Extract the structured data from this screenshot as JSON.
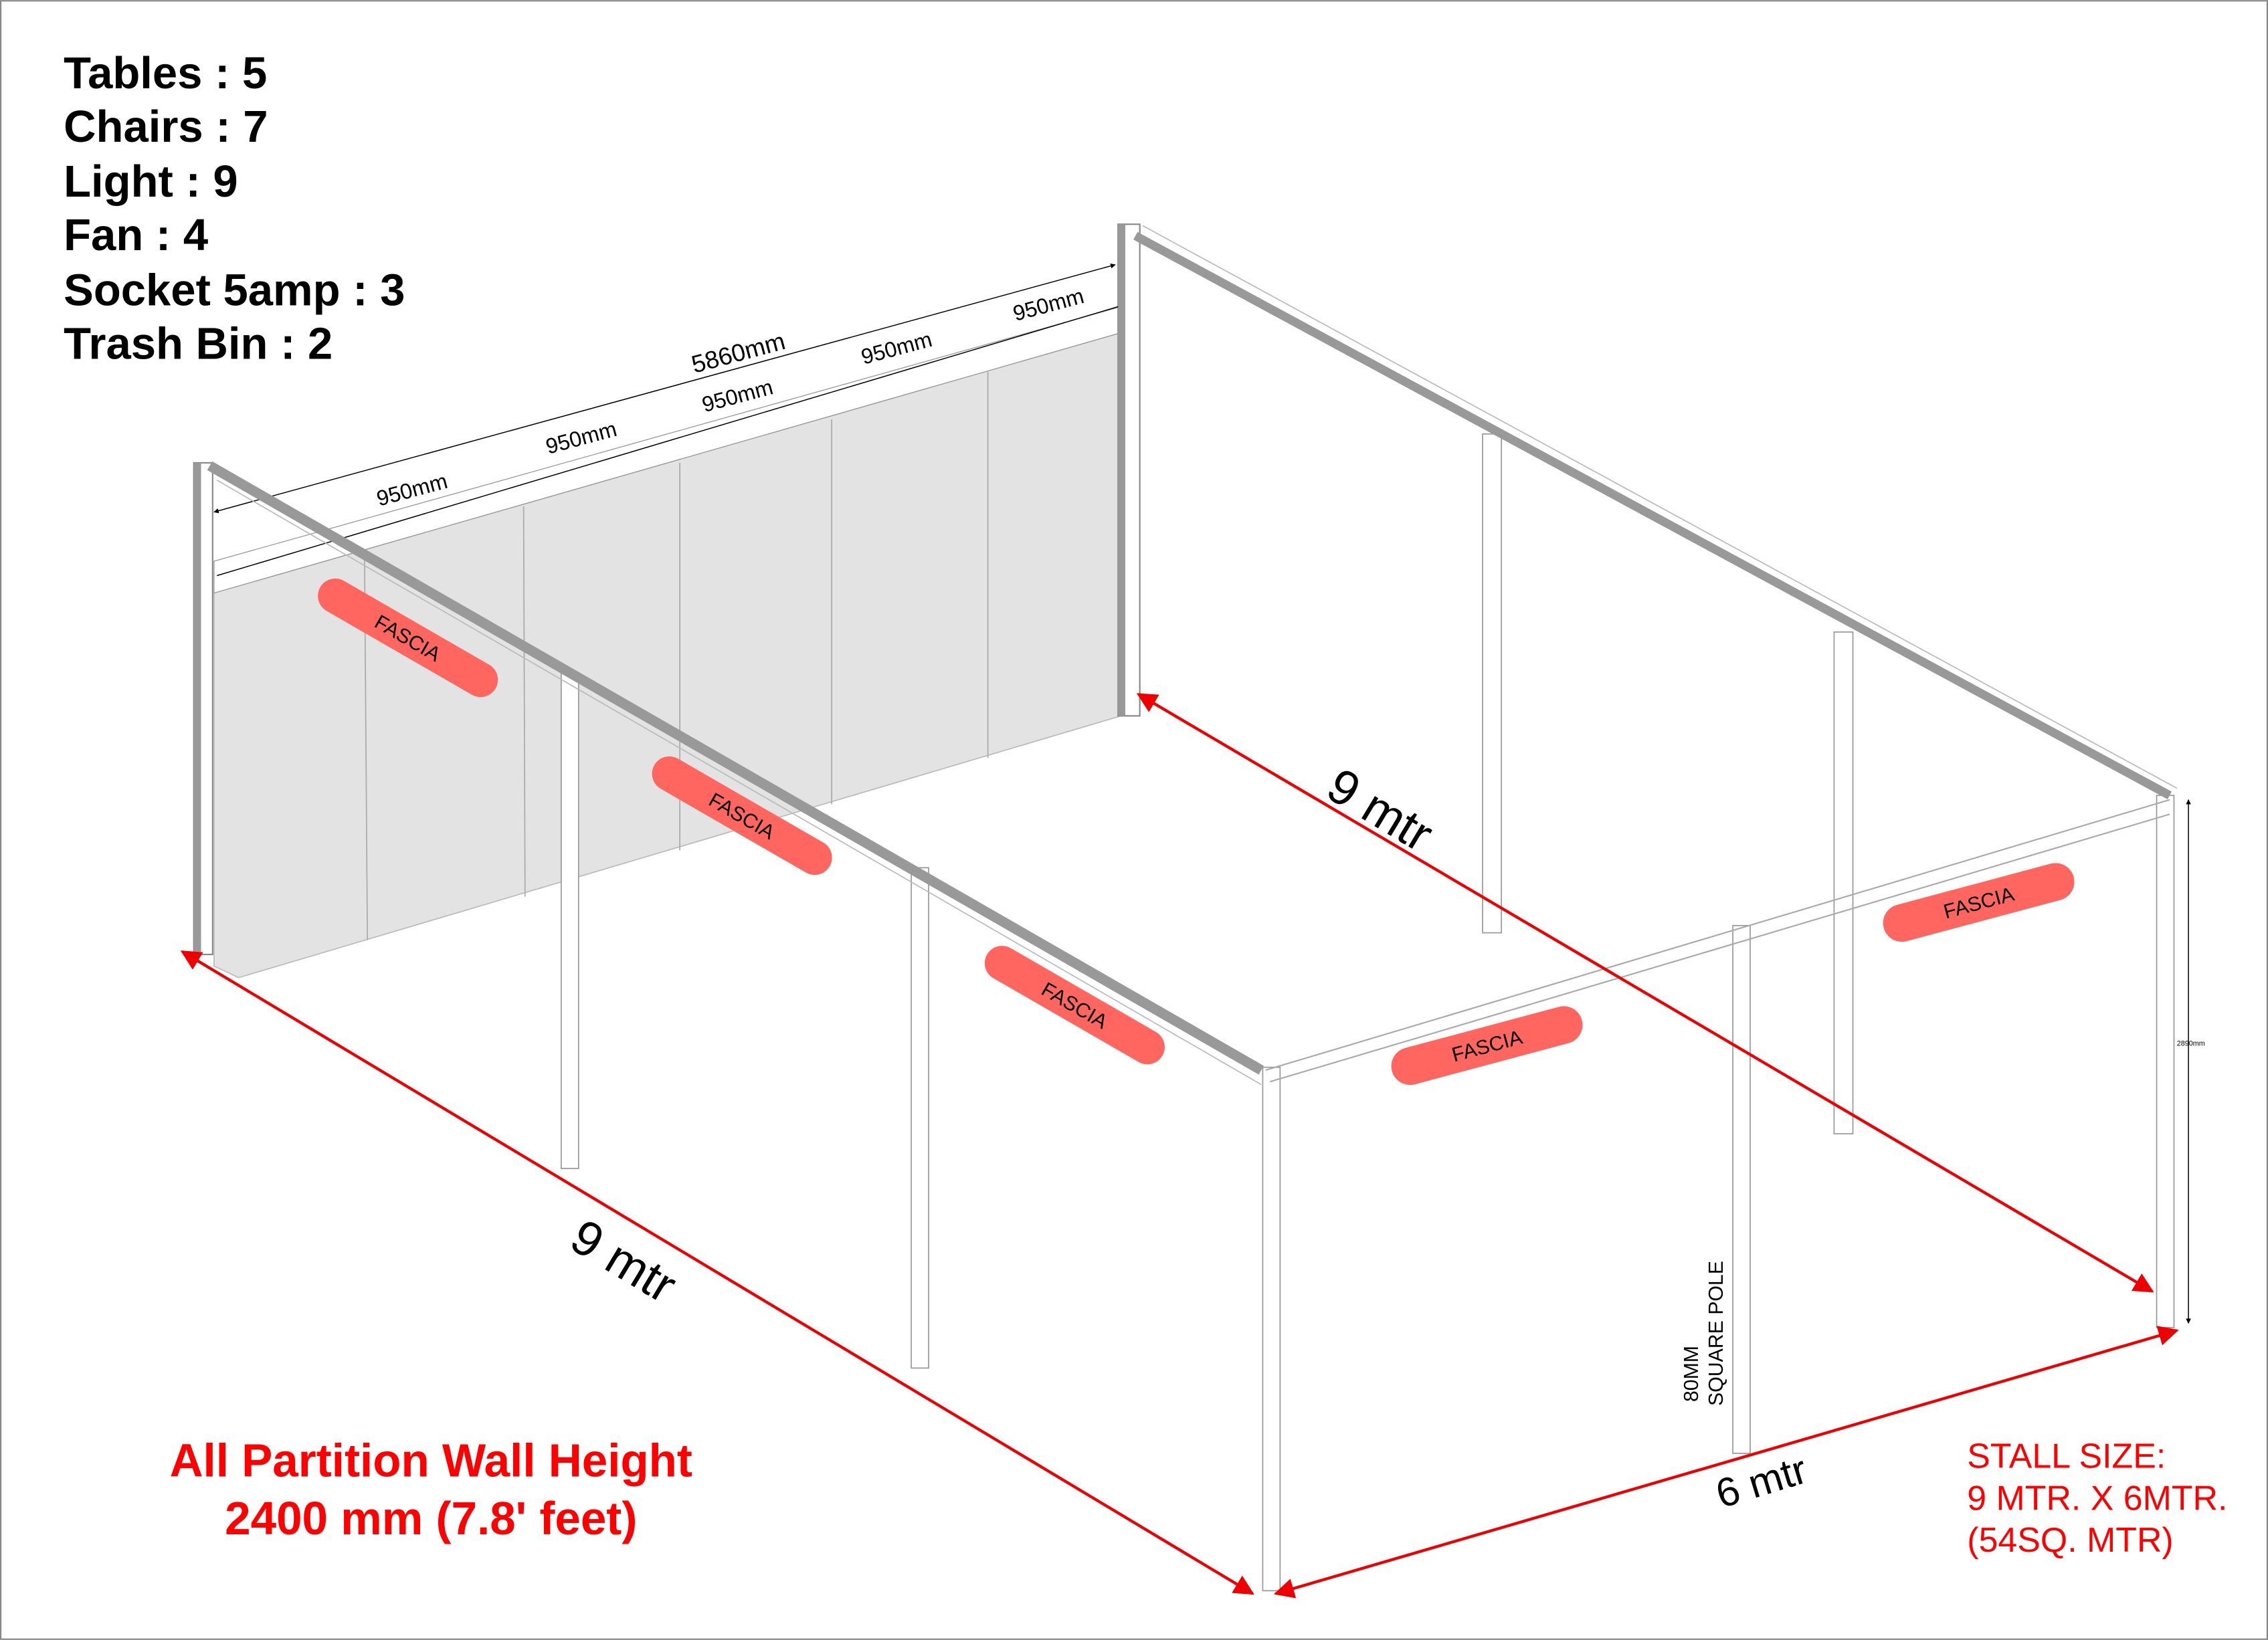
{
  "inventory": [
    "Tables : 5",
    "Chairs : 7",
    "Light : 9",
    "Fan : 4",
    "Socket 5amp : 3",
    "Trash Bin : 2"
  ],
  "dimensions": {
    "total_back": "5860mm",
    "panels": [
      "950mm",
      "950mm",
      "950mm",
      "950mm",
      "950mm"
    ],
    "left_length": "9 mtr",
    "inner_length": "9 mtr",
    "front_width": "6 mtr",
    "height": "2890mm"
  },
  "fascia_label": "FASCIA",
  "pole_label": [
    "80MM",
    "SQUARE POLE"
  ],
  "wall_note": [
    "All Partition Wall Height",
    "2400 mm (7.8' feet)"
  ],
  "stall_size": [
    "STALL SIZE:",
    "9 MTR. X 6MTR.",
    "(54SQ. MTR)"
  ],
  "colors": {
    "accent": "#ff0000",
    "fascia": "#ff6660",
    "wall": "#e3e3e3",
    "beam": "#999999"
  }
}
